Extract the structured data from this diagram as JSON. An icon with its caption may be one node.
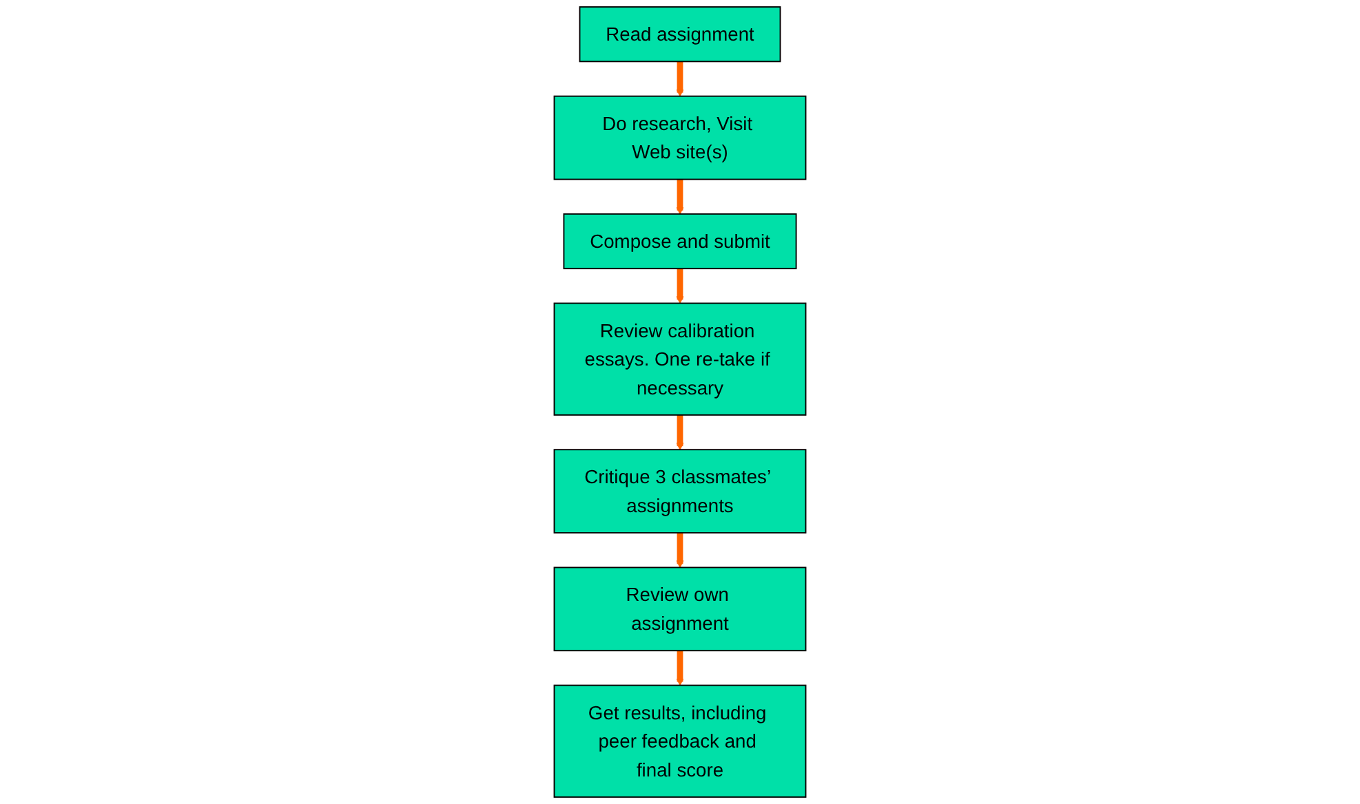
{
  "diagram": {
    "nodes": [
      {
        "text": [
          "Read assignment"
        ]
      },
      {
        "text": [
          "Do research, Visit Web site(s)"
        ]
      },
      {
        "text": [
          "Compose and submit"
        ]
      },
      {
        "text": [
          "Review calibration essays. One re-take if necessary"
        ]
      },
      {
        "text": [
          "Critique 3 classmates’ assignments"
        ]
      },
      {
        "text": [
          "Review own assignment"
        ]
      },
      {
        "text": [
          "Get results, including peer feedback and final score"
        ]
      }
    ],
    "edges": [
      {
        "from": 0,
        "to": 1,
        "arrow": "to"
      },
      {
        "from": 1,
        "to": 2,
        "arrow": "to"
      },
      {
        "from": 2,
        "to": 3,
        "arrow": "to"
      },
      {
        "from": 3,
        "to": 4,
        "arrow": "to"
      },
      {
        "from": 4,
        "to": 5,
        "arrow": "to"
      },
      {
        "from": 5,
        "to": 6,
        "arrow": "to"
      }
    ]
  }
}
